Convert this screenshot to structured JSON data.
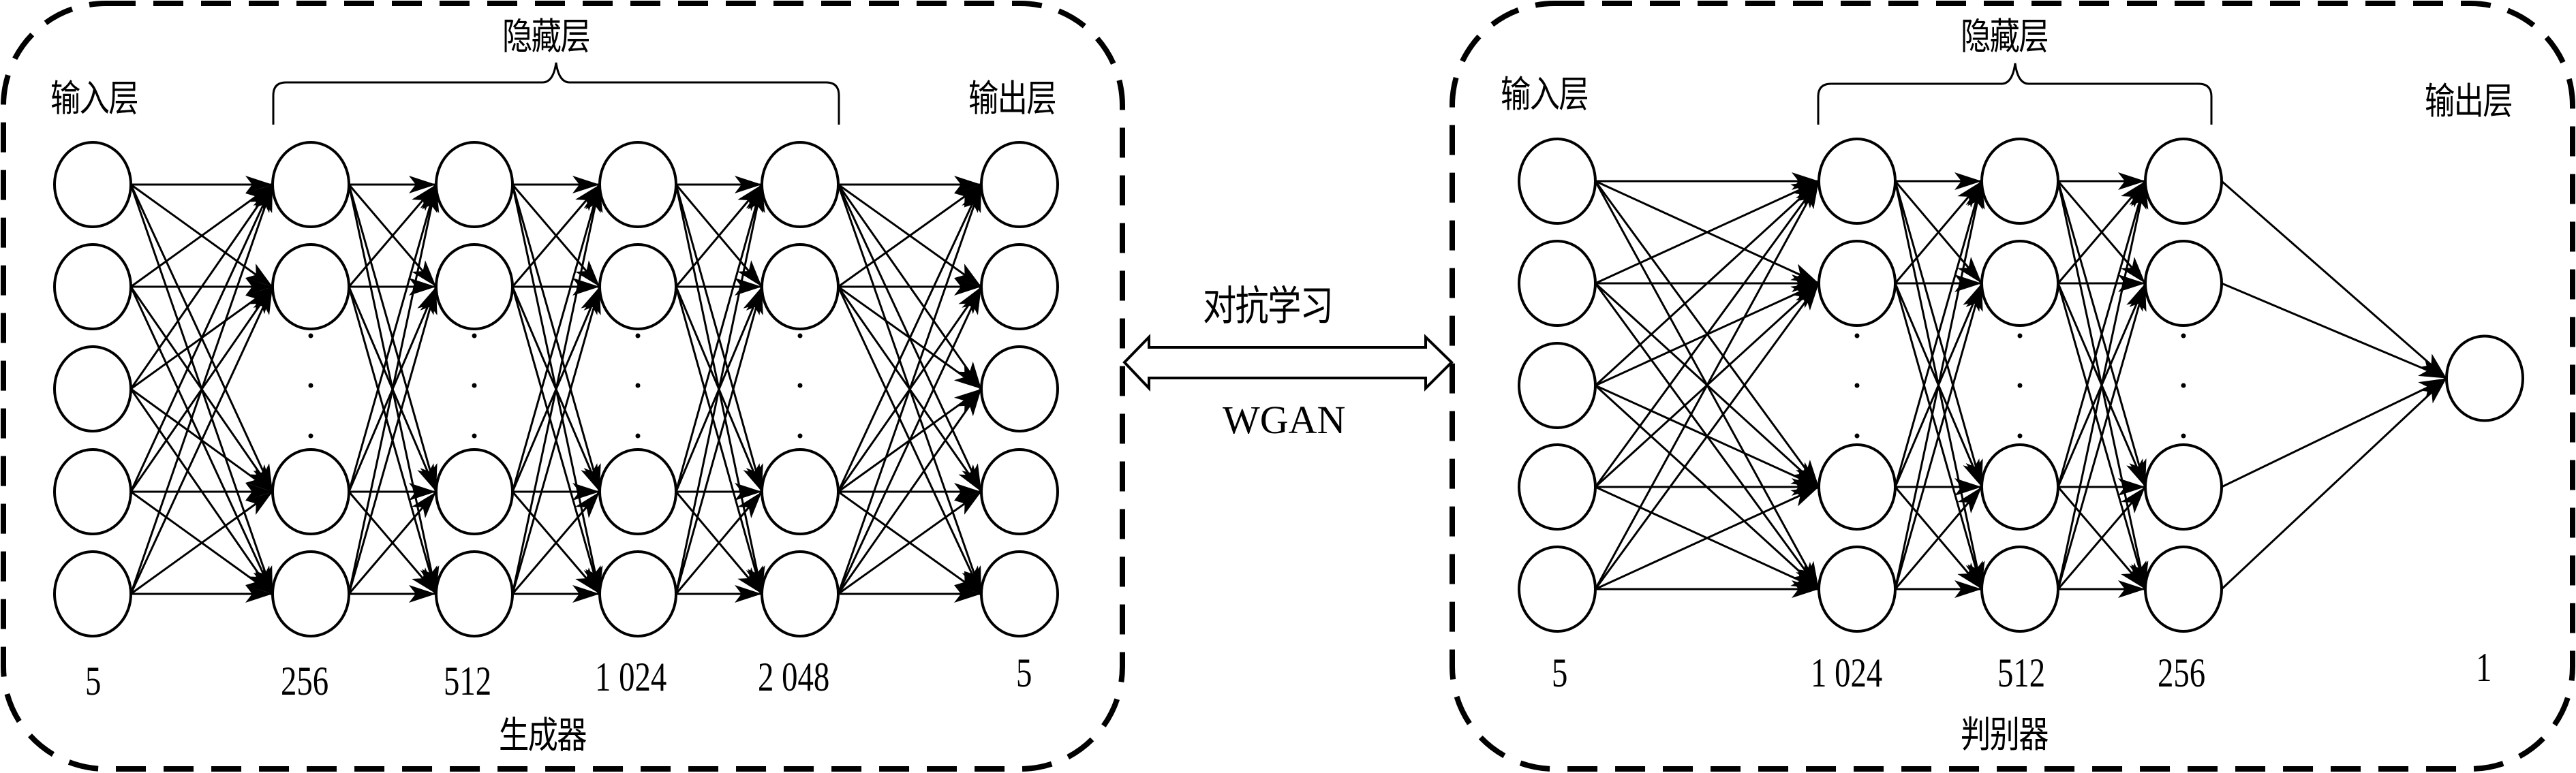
{
  "figure": {
    "colors": {
      "stroke": "#000000",
      "background": "#ffffff"
    },
    "center": {
      "top_label": "对抗学习",
      "bottom_label": "WGAN",
      "arrow": "double-headed-hollow-arrow"
    },
    "generator": {
      "title": "生成器",
      "hidden_caption": "隐藏层",
      "input_caption": "输入层",
      "output_caption": "输出层",
      "layers": [
        {
          "role": "input",
          "size_label": "5",
          "visible_nodes": 5,
          "ellipsis": false
        },
        {
          "role": "hidden",
          "size_label": "256",
          "visible_nodes": 4,
          "ellipsis": true
        },
        {
          "role": "hidden",
          "size_label": "512",
          "visible_nodes": 4,
          "ellipsis": true
        },
        {
          "role": "hidden",
          "size_label": "1 024",
          "visible_nodes": 4,
          "ellipsis": true
        },
        {
          "role": "hidden",
          "size_label": "2 048",
          "visible_nodes": 4,
          "ellipsis": true
        },
        {
          "role": "output",
          "size_label": "5",
          "visible_nodes": 5,
          "ellipsis": false
        }
      ]
    },
    "discriminator": {
      "title": "判别器",
      "hidden_caption": "隐藏层",
      "input_caption": "输入层",
      "output_caption": "输出层",
      "layers": [
        {
          "role": "input",
          "size_label": "5",
          "visible_nodes": 5,
          "ellipsis": false
        },
        {
          "role": "hidden",
          "size_label": "1 024",
          "visible_nodes": 4,
          "ellipsis": true
        },
        {
          "role": "hidden",
          "size_label": "512",
          "visible_nodes": 4,
          "ellipsis": true
        },
        {
          "role": "hidden",
          "size_label": "256",
          "visible_nodes": 4,
          "ellipsis": true
        },
        {
          "role": "output",
          "size_label": "1",
          "visible_nodes": 1,
          "ellipsis": false
        }
      ]
    }
  }
}
